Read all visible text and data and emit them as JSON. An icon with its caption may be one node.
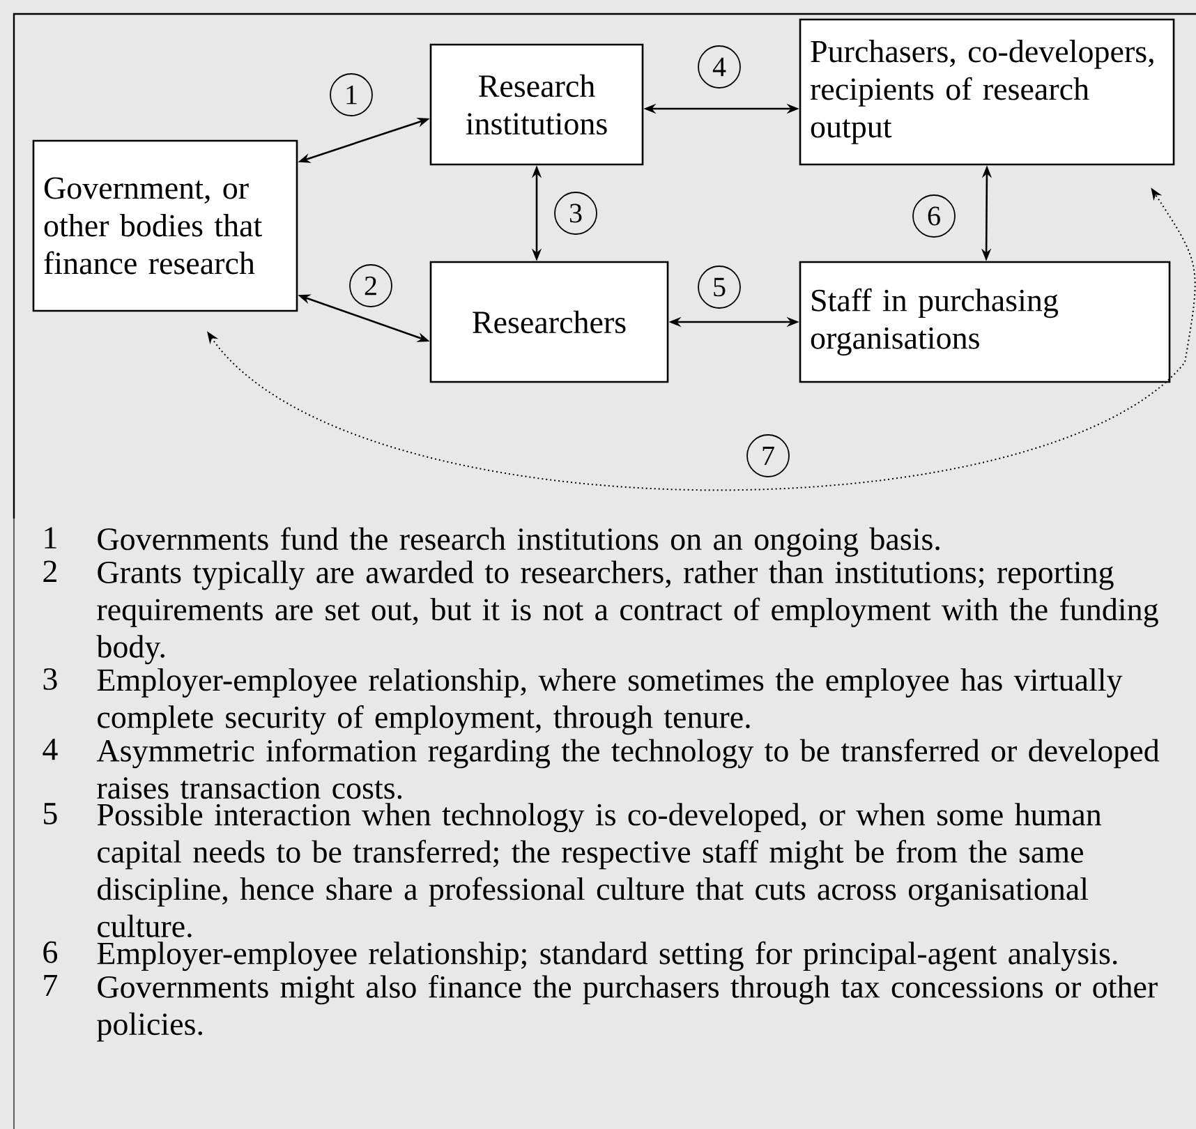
{
  "diagram": {
    "nodes": [
      {
        "text": [
          "Government, or other bodies that finance research"
        ]
      },
      {
        "text": [
          "Research institutions"
        ]
      },
      {
        "text": [
          "Researchers"
        ]
      },
      {
        "text": [
          "Purchasers, co-developers, recipients of research output"
        ]
      },
      {
        "text": [
          "Staff in purchasing organisations"
        ]
      }
    ],
    "edges": [
      {
        "from": 0,
        "to": 1,
        "arrow": "both",
        "label": "1"
      },
      {
        "from": 0,
        "to": 2,
        "arrow": "both",
        "label": "2"
      },
      {
        "from": 1,
        "to": 2,
        "arrow": "both",
        "label": "3"
      },
      {
        "from": 1,
        "to": 3,
        "arrow": "both",
        "label": "4"
      },
      {
        "from": 2,
        "to": 4,
        "arrow": "both",
        "label": "5"
      },
      {
        "from": 3,
        "to": 4,
        "arrow": "both",
        "label": "6"
      },
      {
        "from": 0,
        "to": 3,
        "arrow": "both",
        "label": "7",
        "style": "dashed"
      }
    ],
    "labels": [
      "1",
      "Governments fund the research institutions on an ongoing basis.",
      "2",
      "Grants typically are awarded to researchers, rather than institutions; reporting requirements are set out, but it is not a contract of employment with the funding body.",
      "3",
      "Employer-employee relationship, where sometimes the employee has virtually complete security of employment, through tenure.",
      "4",
      "Asymmetric information regarding the technology to be transferred or developed raises transaction costs.",
      "5",
      "Possible interaction when technology is co-developed, or when some human capital needs to be transferred; the respective staff might be from the same discipline, hence share a professional culture that cuts across organisational culture.",
      "6",
      "Employer-employee relationship; standard setting for principal-agent analysis.",
      "7",
      "Governments might also finance the purchasers through tax concessions or other policies."
    ]
  }
}
